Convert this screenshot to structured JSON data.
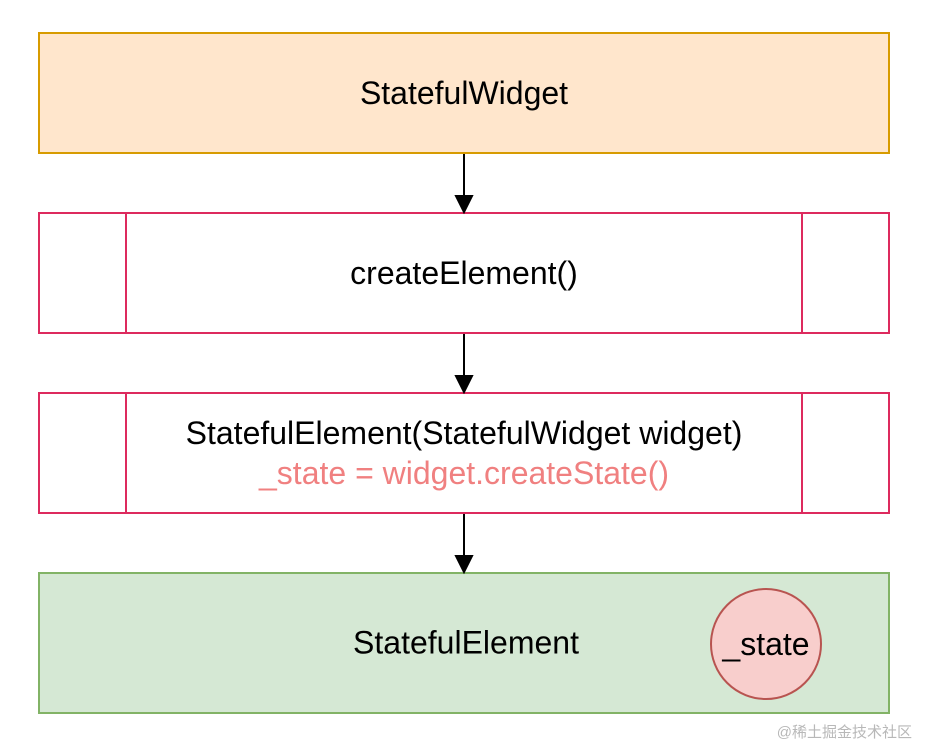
{
  "nodes": {
    "stateful_widget": {
      "label": "StatefulWidget"
    },
    "create_element": {
      "label": "createElement()"
    },
    "stateful_element_ctor": {
      "line1": "StatefulElement(StatefulWidget widget)",
      "line2": "_state = widget.createState()"
    },
    "stateful_element": {
      "label": "StatefulElement",
      "state_label": "_state"
    }
  },
  "watermark": "@稀土掘金技术社区",
  "colors": {
    "widget_fill": "#ffe6cc",
    "widget_stroke": "#d79b00",
    "process_stroke": "#dd2a5e",
    "highlight_text": "#f08080",
    "result_fill": "#d5e8d4",
    "result_stroke": "#82b366",
    "state_fill": "#f8cecc",
    "state_stroke": "#b85450"
  }
}
